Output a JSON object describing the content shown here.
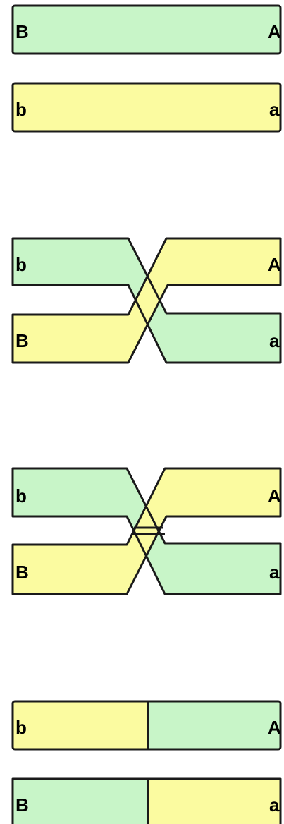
{
  "stage1": {
    "top_left": "B",
    "top_right": "A",
    "bottom_left": "b",
    "bottom_right": "a"
  },
  "stage2": {
    "top_left": "b",
    "top_right": "A",
    "bottom_left": "B",
    "bottom_right": "a"
  },
  "stage3": {
    "top_left": "b",
    "top_right": "A",
    "bottom_left": "B",
    "bottom_right": "a"
  },
  "stage4": {
    "top_left": "b",
    "top_right": "A",
    "bottom_left": "B",
    "bottom_right": "a"
  },
  "colors": {
    "chromatid_green": "#c8f5c8",
    "chromatid_yellow": "#fbfba0",
    "outline": "#1a1a1a"
  }
}
